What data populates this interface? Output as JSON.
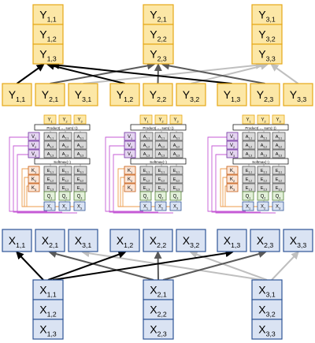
{
  "colors": {
    "y_fill": "#fce7a6",
    "y_stroke": "#e6a817",
    "x_fill": "#dae3f3",
    "x_stroke": "#2f5597",
    "gray_fill": "#d9d9d9",
    "gray_stroke": "#595959",
    "orange_fill": "#fbe5d6",
    "orange_stroke": "#c55a11",
    "green_fill": "#e2f0d9",
    "green_stroke": "#548235",
    "purple_fill": "#e4d5f0",
    "purple_stroke": "#7030a0",
    "orange_line": "#ed9b4a",
    "magenta_line": "#c55ad6",
    "arrow_black": "#000000",
    "arrow_dark": "#595959",
    "arrow_light": "#bfbfbf"
  },
  "y_stacks": [
    [
      {
        "b": "Y",
        "s": "1,1"
      },
      {
        "b": "Y",
        "s": "1,2"
      },
      {
        "b": "Y",
        "s": "1,3"
      }
    ],
    [
      {
        "b": "Y",
        "s": "2,1"
      },
      {
        "b": "Y",
        "s": "2,2"
      },
      {
        "b": "Y",
        "s": "2,3"
      }
    ],
    [
      {
        "b": "Y",
        "s": "3,1"
      },
      {
        "b": "Y",
        "s": "3,2"
      },
      {
        "b": "Y",
        "s": "3,3"
      }
    ]
  ],
  "y_row": [
    {
      "b": "Y",
      "s": "1,1"
    },
    {
      "b": "Y",
      "s": "2,1"
    },
    {
      "b": "Y",
      "s": "3,1"
    },
    {
      "b": "Y",
      "s": "1,2"
    },
    {
      "b": "Y",
      "s": "2,2"
    },
    {
      "b": "Y",
      "s": "3,2"
    },
    {
      "b": "Y",
      "s": "1,3"
    },
    {
      "b": "Y",
      "s": "2,3"
    },
    {
      "b": "Y",
      "s": "3,3"
    }
  ],
  "x_row": [
    {
      "b": "X",
      "s": "1,1"
    },
    {
      "b": "X",
      "s": "2,1"
    },
    {
      "b": "X",
      "s": "3,1"
    },
    {
      "b": "X",
      "s": "1,2"
    },
    {
      "b": "X",
      "s": "2,2"
    },
    {
      "b": "X",
      "s": "3,2"
    },
    {
      "b": "X",
      "s": "1,3"
    },
    {
      "b": "X",
      "s": "2,3"
    },
    {
      "b": "X",
      "s": "3,3"
    }
  ],
  "x_stacks": [
    [
      {
        "b": "X",
        "s": "1,1"
      },
      {
        "b": "X",
        "s": "1,2"
      },
      {
        "b": "X",
        "s": "1,3"
      }
    ],
    [
      {
        "b": "X",
        "s": "2,1"
      },
      {
        "b": "X",
        "s": "2,2"
      },
      {
        "b": "X",
        "s": "2,3"
      }
    ],
    [
      {
        "b": "X",
        "s": "3,1"
      },
      {
        "b": "X",
        "s": "3,2"
      },
      {
        "b": "X",
        "s": "3,3"
      }
    ]
  ],
  "attention_block": {
    "y_labels": [
      {
        "b": "Y",
        "s": "1"
      },
      {
        "b": "Y",
        "s": "2"
      },
      {
        "b": "Y",
        "s": "3"
      }
    ],
    "v_labels": [
      {
        "b": "V",
        "s": "1"
      },
      {
        "b": "V",
        "s": "2"
      },
      {
        "b": "V",
        "s": "3"
      }
    ],
    "k_labels": [
      {
        "b": "K",
        "s": "1"
      },
      {
        "b": "K",
        "s": "2"
      },
      {
        "b": "K",
        "s": "3"
      }
    ],
    "q_labels": [
      {
        "b": "Q",
        "s": "1"
      },
      {
        "b": "Q",
        "s": "2"
      },
      {
        "b": "Q",
        "s": "3"
      }
    ],
    "x_labels": [
      {
        "b": "X",
        "s": "1"
      },
      {
        "b": "X",
        "s": "2"
      },
      {
        "b": "X",
        "s": "3"
      }
    ],
    "a_grid": [
      [
        {
          "b": "A",
          "s": "1,1"
        },
        {
          "b": "A",
          "s": "2,1"
        },
        {
          "b": "A",
          "s": "3,1"
        }
      ],
      [
        {
          "b": "A",
          "s": "1,2"
        },
        {
          "b": "A",
          "s": "2,2"
        },
        {
          "b": "A",
          "s": "3,2"
        }
      ],
      [
        {
          "b": "A",
          "s": "1,3"
        },
        {
          "b": "A",
          "s": "2,3"
        },
        {
          "b": "A",
          "s": "3,3"
        }
      ]
    ],
    "e_grid": [
      [
        {
          "b": "E",
          "s": "1,1"
        },
        {
          "b": "E",
          "s": "2,1"
        },
        {
          "b": "E",
          "s": "3,1"
        }
      ],
      [
        {
          "b": "E",
          "s": "1,2"
        },
        {
          "b": "E",
          "s": "2,2"
        },
        {
          "b": "E",
          "s": "3,2"
        }
      ],
      [
        {
          "b": "E",
          "s": "1,3"
        },
        {
          "b": "E",
          "s": "2,3"
        },
        {
          "b": "E",
          "s": "3,3"
        }
      ]
    ],
    "product_label": "Product(→, sum(↑))",
    "softmax_label": "Softmax(↑)"
  }
}
